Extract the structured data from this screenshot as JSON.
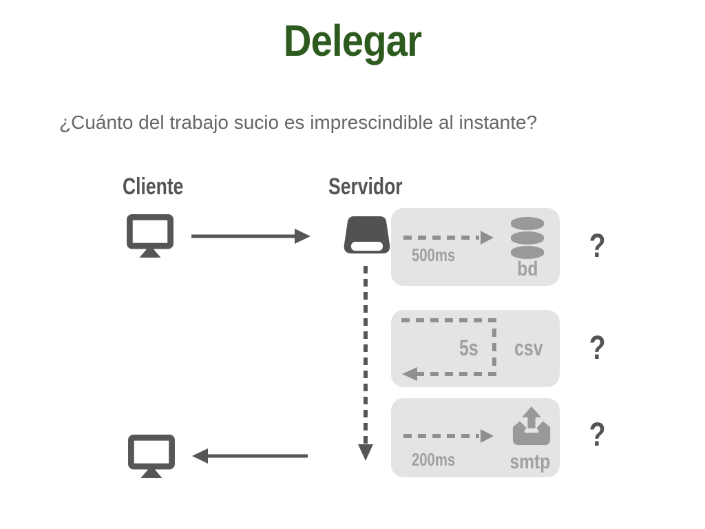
{
  "slide": {
    "title": "Delegar",
    "subtitle": "¿Cuánto del trabajo sucio es imprescindible al instante?"
  },
  "diagram": {
    "client_label": "Cliente",
    "server_label": "Servidor",
    "question_mark": "?",
    "tasks": [
      {
        "time": "500ms",
        "target_label": "bd",
        "target_icon": "database-icon"
      },
      {
        "time": "5s",
        "target_label": "csv",
        "target_icon": "dashed-roundtrip-arrow"
      },
      {
        "time": "200ms",
        "target_label": "smtp",
        "target_icon": "outbox-icon"
      }
    ]
  },
  "colors": {
    "title_green": "#2d5a1e",
    "dark_gray": "#565656",
    "medium_gray": "#999999",
    "label_gray": "#a0a0a0",
    "dash_gray": "#8f8f8f",
    "box_background": "#e4e4e4",
    "subtitle_gray": "#666666"
  }
}
